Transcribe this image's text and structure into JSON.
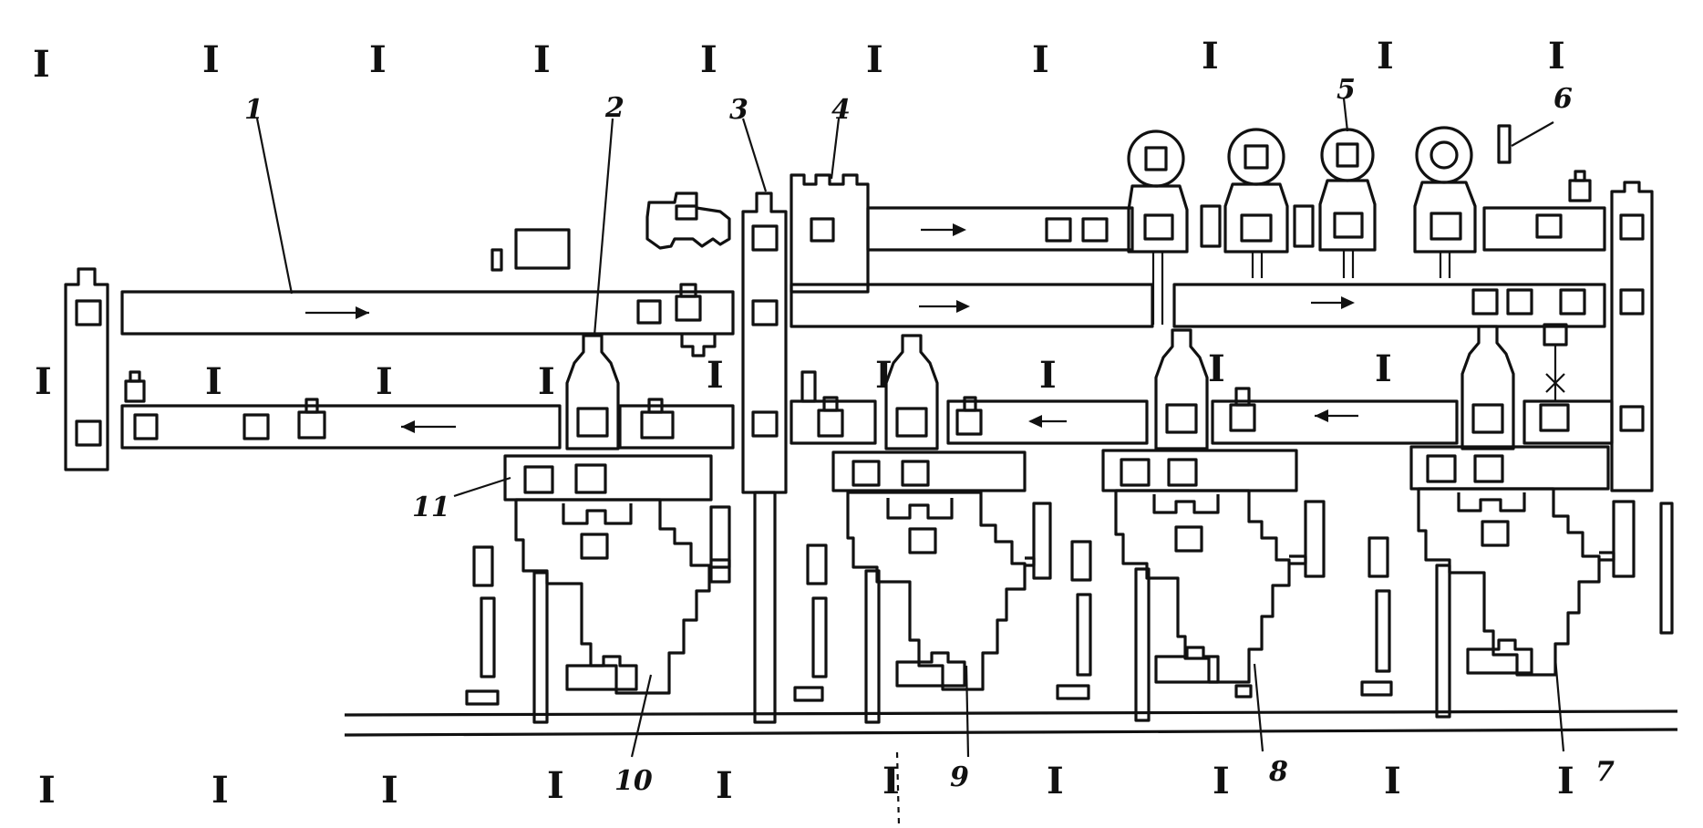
{
  "column_marker": "I",
  "callouts": {
    "c1": "1",
    "c2": "2",
    "c3": "3",
    "c4": "4",
    "c5": "5",
    "c6": "6",
    "c7": "7",
    "c8": "8",
    "c9": "9",
    "c10": "10",
    "c11": "11"
  }
}
